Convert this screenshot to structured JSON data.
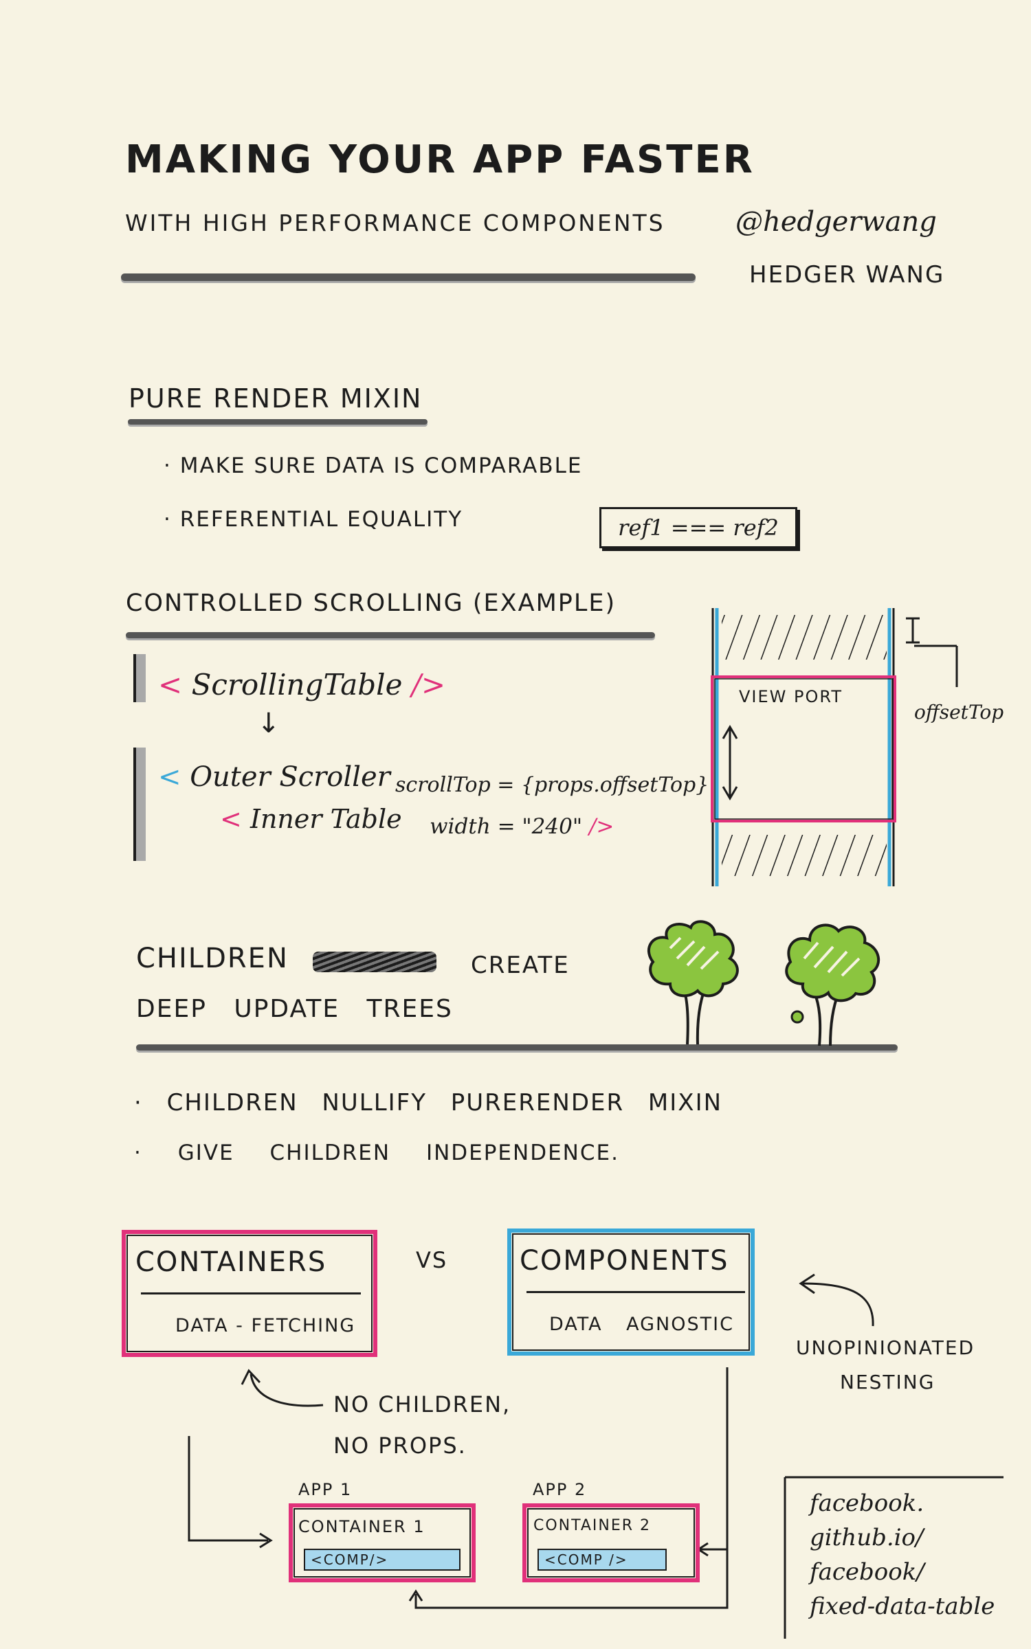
{
  "header": {
    "title": "MAKING YOUR APP FASTER",
    "subtitle": "WITH HIGH PERFORMANCE COMPONENTS",
    "handle": "@hedgerwang",
    "author": "HEDGER WANG"
  },
  "pure_render": {
    "heading": "PURE RENDER MIXIN",
    "bullets": [
      "MAKE SURE DATA IS COMPARABLE",
      "REFERENTIAL EQUALITY"
    ],
    "code_box": "ref1 === ref2"
  },
  "controlled_scrolling": {
    "heading": "CONTROLLED SCROLLING (EXAMPLE)",
    "code_line_1_open": "<",
    "code_line_1": "ScrollingTable",
    "code_line_1_close": "/>",
    "code_line_2_open": "<",
    "code_line_2": "Outer Scroller",
    "code_line_2_prop": "scrollTop = {props.offsetTop}",
    "code_line_3_open": "<",
    "code_line_3": "Inner Table",
    "code_line_3_prop": "width = \"240\"",
    "code_line_3_close": "/>",
    "viewport_label": "VIEW PORT",
    "offset_label": "offsetTop"
  },
  "children": {
    "heading_line_1": "CHILDREN",
    "heading_line_1_end": "CREATE",
    "heading_line_2": "DEEP UPDATE TREES",
    "bullets": [
      "CHILDREN NULLIFY PURERENDER MIXIN",
      "GIVE CHILDREN INDEPENDENCE."
    ]
  },
  "containers": {
    "containers_title": "CONTAINERS",
    "containers_sub": "DATA - FETCHING",
    "vs": "VS",
    "components_title": "COMPONENTS",
    "components_sub": "DATA AGNOSTIC",
    "unopinionated": "UNOPINIONATED",
    "nesting": "NESTING",
    "no_children": "NO CHILDREN,",
    "no_props": "NO PROPS.",
    "app1": "APP 1",
    "app2": "APP 2",
    "container1": "CONTAINER 1",
    "container2": "CONTAINER 2",
    "comp1": "<COMP/>",
    "comp2": "<COMP />",
    "link_1": "facebook.",
    "link_2": "github.io/",
    "link_3": "facebook/",
    "link_4": "fixed-data-table"
  },
  "colors": {
    "ink": "#1c1c1c",
    "pink": "#e0307a",
    "blue": "#3aa8d8",
    "green": "#8bc53f",
    "marker_gray": "#a9a9a9",
    "paper": "#f7f3e3"
  }
}
